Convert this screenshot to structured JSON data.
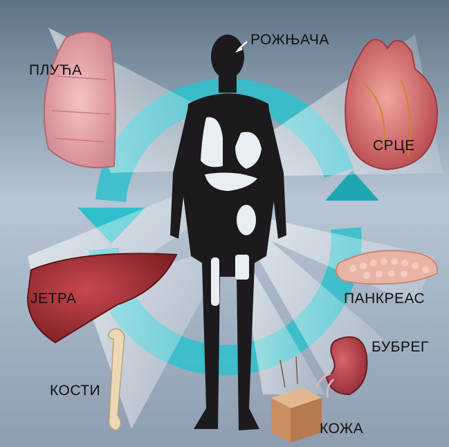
{
  "labels": {
    "cornea": "РОЖЊАЧА",
    "lungs": "ПЛУЋА",
    "heart": "СРЦЕ",
    "liver": "ЈЕТРА",
    "pancreas": "ПАНКРЕАС",
    "kidney": "БУБРЕГ",
    "bones": "КОСТИ",
    "skin": "КОЖА"
  },
  "colors": {
    "background_top": "#5f7387",
    "background_mid": "#b8c6d4",
    "background_bottom": "#8e9db0",
    "cycle_arrows": "#2fbfcb",
    "figure": "#1c1a1c",
    "organ_silhouettes": "#e9eef3",
    "lungs": "#e6a3a8",
    "heart": "#d86f72",
    "liver": "#9b2c31",
    "pancreas": "#e9b4a4",
    "kidney": "#b7404a",
    "bone": "#ead9b4",
    "skin_block": "#c98f63"
  },
  "icons": {
    "cornea_pointer": "arrow-icon",
    "left_cycle_arrow": "arrow-down-icon",
    "right_cycle_arrow": "arrow-up-icon"
  }
}
